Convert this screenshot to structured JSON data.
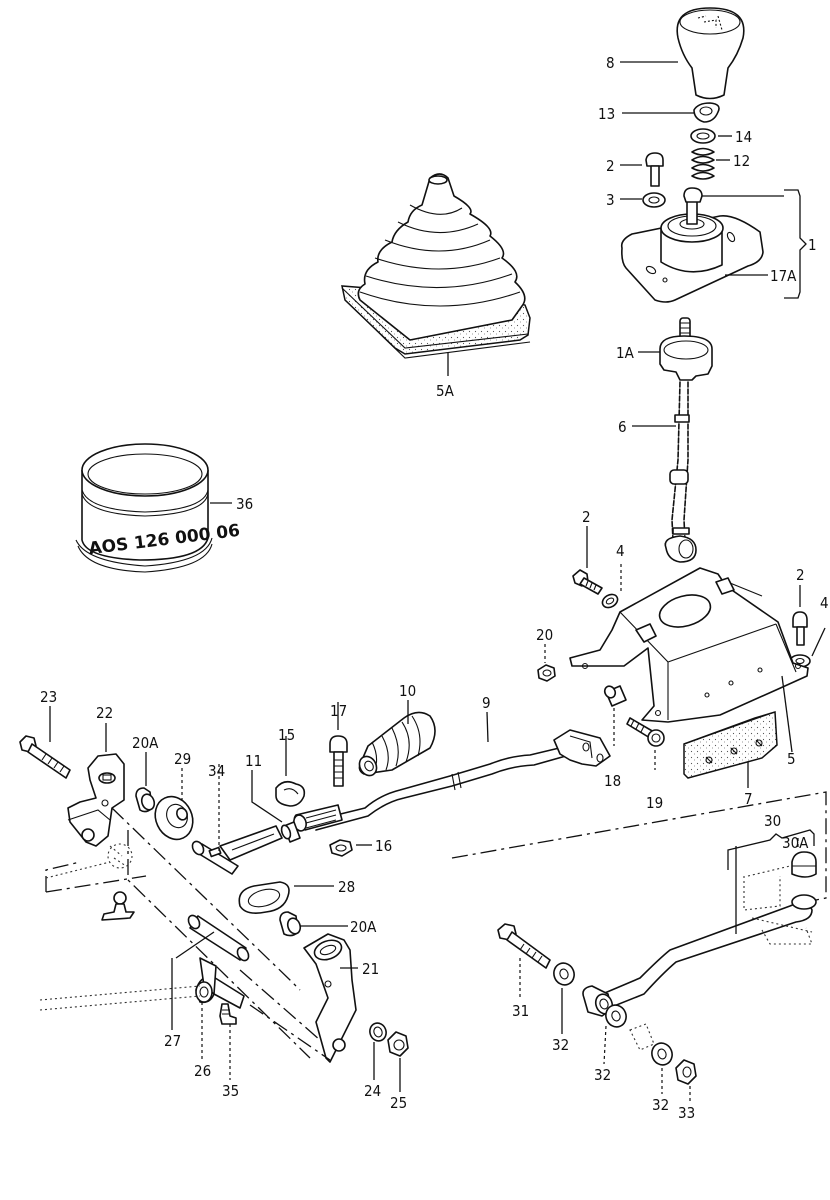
{
  "diagram": {
    "title": "Gear shift mechanism exploded parts view",
    "stamp_text": "AOS 126 000 06",
    "callouts": {
      "c8": "8",
      "c13": "13",
      "c14": "14",
      "c2a": "2",
      "c12": "12",
      "c3": "3",
      "c1": "1",
      "c17A": "17A",
      "c5A": "5A",
      "c1A": "1A",
      "c6": "6",
      "c36": "36",
      "c2b": "2",
      "c4a": "4",
      "c2c": "2",
      "c4b": "4",
      "c20": "20",
      "c9": "9",
      "c10": "10",
      "c23": "23",
      "c22": "22",
      "c20Aa": "20A",
      "c29": "29",
      "c34": "34",
      "c11": "11",
      "c15": "15",
      "c17": "17",
      "c18": "18",
      "c19": "19",
      "c7": "7",
      "c5": "5",
      "c16": "16",
      "c28": "28",
      "c20Ab": "20A",
      "c21": "21",
      "c27": "27",
      "c26": "26",
      "c35": "35",
      "c24": "24",
      "c25": "25",
      "c30": "30",
      "c30A": "30A",
      "c31": "31",
      "c32a": "32",
      "c32b": "32",
      "c32c": "32",
      "c33": "33"
    },
    "parts": [
      {
        "id": "1",
        "name": "shift lever housing assembly"
      },
      {
        "id": "1A",
        "name": "lever guide ring"
      },
      {
        "id": "2",
        "name": "bolt"
      },
      {
        "id": "3",
        "name": "washer"
      },
      {
        "id": "4",
        "name": "washer"
      },
      {
        "id": "5",
        "name": "shift housing cover"
      },
      {
        "id": "5A",
        "name": "gear lever boot"
      },
      {
        "id": "6",
        "name": "shift lever"
      },
      {
        "id": "7",
        "name": "mounting plate"
      },
      {
        "id": "8",
        "name": "shift knob"
      },
      {
        "id": "9",
        "name": "shift rod"
      },
      {
        "id": "10",
        "name": "rod boot"
      },
      {
        "id": "11",
        "name": "bushing"
      },
      {
        "id": "12",
        "name": "spring"
      },
      {
        "id": "13",
        "name": "retainer"
      },
      {
        "id": "14",
        "name": "washer"
      },
      {
        "id": "15",
        "name": "clamp"
      },
      {
        "id": "16",
        "name": "nut"
      },
      {
        "id": "17",
        "name": "bolt"
      },
      {
        "id": "17A",
        "name": "base plate"
      },
      {
        "id": "18",
        "name": "bushing"
      },
      {
        "id": "19",
        "name": "bolt"
      },
      {
        "id": "20",
        "name": "nut"
      },
      {
        "id": "20A",
        "name": "bushing"
      },
      {
        "id": "21",
        "name": "bracket"
      },
      {
        "id": "22",
        "name": "bracket"
      },
      {
        "id": "23",
        "name": "bolt"
      },
      {
        "id": "24",
        "name": "washer"
      },
      {
        "id": "25",
        "name": "nut"
      },
      {
        "id": "26",
        "name": "tee piece"
      },
      {
        "id": "27",
        "name": "tube"
      },
      {
        "id": "28",
        "name": "grommet"
      },
      {
        "id": "29",
        "name": "bearing"
      },
      {
        "id": "30",
        "name": "support rod assembly"
      },
      {
        "id": "30A",
        "name": "rubber cap"
      },
      {
        "id": "31",
        "name": "bolt"
      },
      {
        "id": "32",
        "name": "bushing"
      },
      {
        "id": "33",
        "name": "nut"
      },
      {
        "id": "34",
        "name": "shift finger"
      },
      {
        "id": "35",
        "name": "grease nipple"
      },
      {
        "id": "36",
        "name": "sealing compound tin"
      }
    ]
  }
}
